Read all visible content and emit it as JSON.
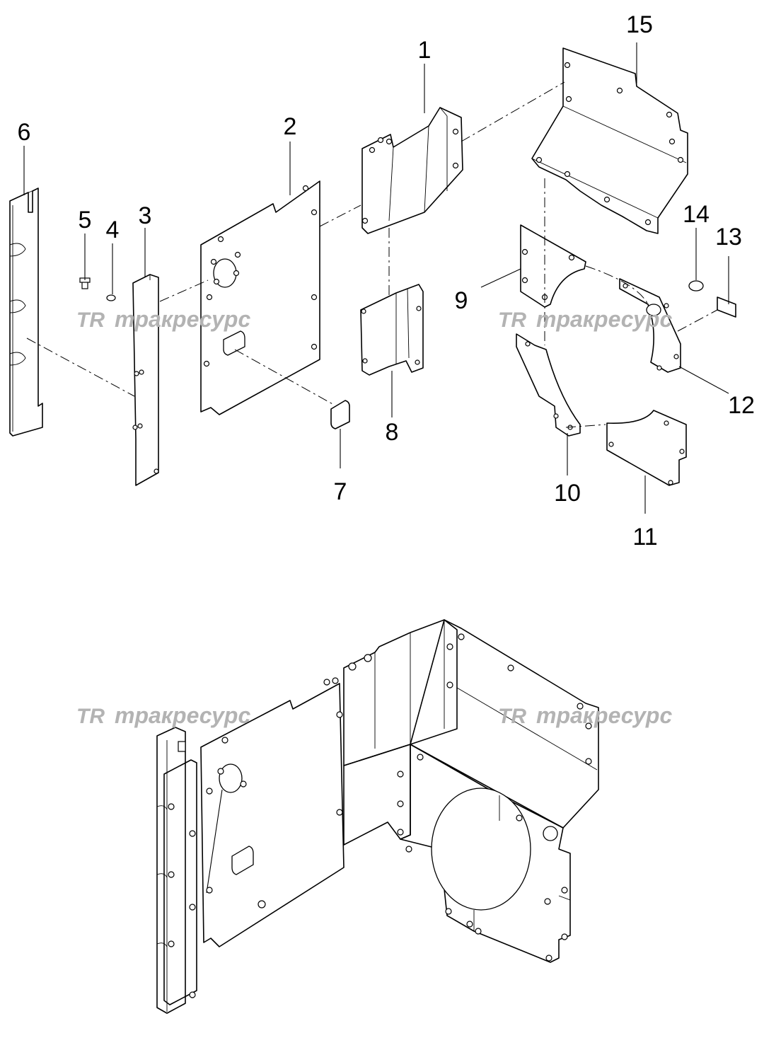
{
  "watermark": {
    "logo": "TR",
    "text": "тракресурс"
  },
  "callouts": [
    "1",
    "2",
    "3",
    "4",
    "5",
    "6",
    "7",
    "8",
    "9",
    "10",
    "11",
    "12",
    "13",
    "14",
    "15"
  ],
  "colors": {
    "line": "#000000",
    "background": "#ffffff",
    "watermark": "#b3b3b3"
  }
}
